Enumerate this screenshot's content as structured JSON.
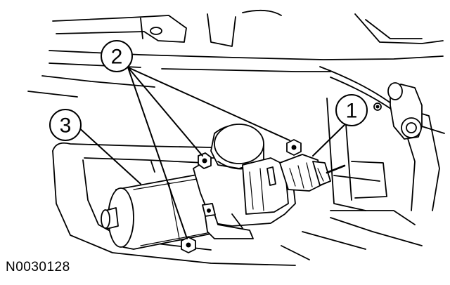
{
  "figure_id": "N0030128",
  "callouts": [
    {
      "label": "1",
      "target": "electrical-connector"
    },
    {
      "label": "2",
      "target": "mounting-bolts"
    },
    {
      "label": "3",
      "target": "wiper-motor"
    }
  ]
}
